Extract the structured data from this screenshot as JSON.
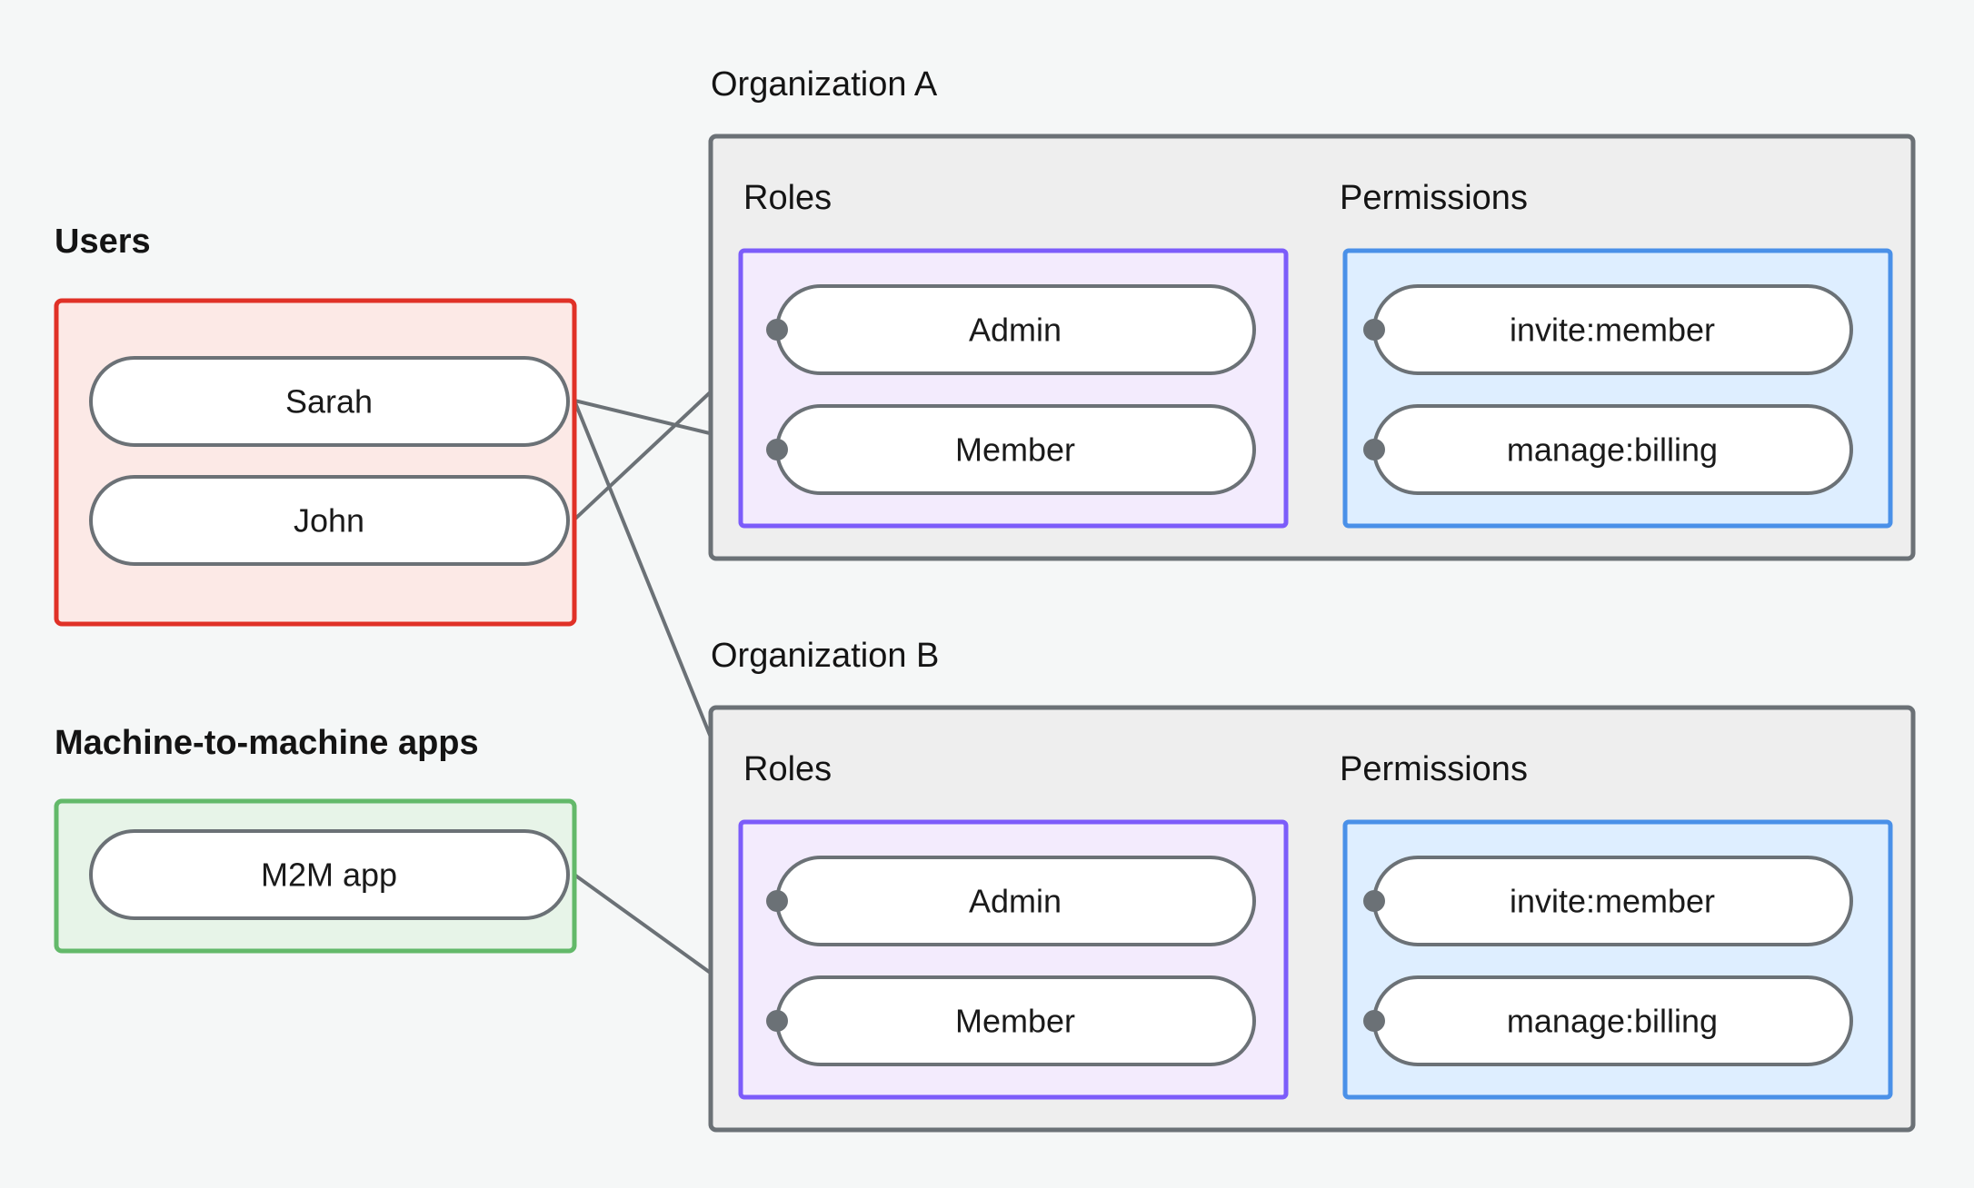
{
  "page": {
    "background_color": "#f5f7f7",
    "title": "Organization roles and permissions diagram"
  },
  "colors": {
    "users_border": "#e03127",
    "users_fill": "#fce9e6",
    "m2m_border": "#63b96a",
    "m2m_fill": "#e7f4e8",
    "org_border": "#6b7176",
    "org_fill": "#eeeeee",
    "roles_border": "#7c5cfa",
    "roles_fill": "#f3ebfd",
    "permissions_border": "#4a90e8",
    "permissions_fill": "#deeeff",
    "node_border": "#6b7176",
    "node_fill": "#ffffff",
    "edge": "#6b7176",
    "text": "#141414"
  },
  "users_group": {
    "label": "Users",
    "nodes": [
      {
        "id": "sarah",
        "label": "Sarah"
      },
      {
        "id": "john",
        "label": "John"
      }
    ]
  },
  "m2m_group": {
    "label": "Machine-to-machine apps",
    "nodes": [
      {
        "id": "m2m-app",
        "label": "M2M app"
      }
    ]
  },
  "organizations": [
    {
      "id": "org-a",
      "label": "Organization A",
      "roles_label": "Roles",
      "permissions_label": "Permissions",
      "roles": [
        {
          "id": "org-a-admin",
          "label": "Admin"
        },
        {
          "id": "org-a-member",
          "label": "Member"
        }
      ],
      "permissions": [
        {
          "id": "org-a-invite-member",
          "label": "invite:member"
        },
        {
          "id": "org-a-manage-billing",
          "label": "manage:billing"
        }
      ]
    },
    {
      "id": "org-b",
      "label": "Organization B",
      "roles_label": "Roles",
      "permissions_label": "Permissions",
      "roles": [
        {
          "id": "org-b-admin",
          "label": "Admin"
        },
        {
          "id": "org-b-member",
          "label": "Member"
        }
      ],
      "permissions": [
        {
          "id": "org-b-invite-member",
          "label": "invite:member"
        },
        {
          "id": "org-b-manage-billing",
          "label": "manage:billing"
        }
      ]
    }
  ],
  "connections": [
    {
      "from": "sarah",
      "to": "org-a-member"
    },
    {
      "from": "sarah",
      "to": "org-b-admin"
    },
    {
      "from": "john",
      "to": "org-a-admin"
    },
    {
      "from": "m2m-app",
      "to": "org-b-member"
    },
    {
      "from": "org-a-admin",
      "to": "org-a-invite-member"
    },
    {
      "from": "org-a-admin",
      "to": "org-a-manage-billing"
    },
    {
      "from": "org-a-member",
      "to": "org-a-manage-billing"
    },
    {
      "from": "org-b-admin",
      "to": "org-b-invite-member"
    },
    {
      "from": "org-b-admin",
      "to": "org-b-manage-billing"
    },
    {
      "from": "org-b-member",
      "to": "org-b-manage-billing"
    }
  ]
}
